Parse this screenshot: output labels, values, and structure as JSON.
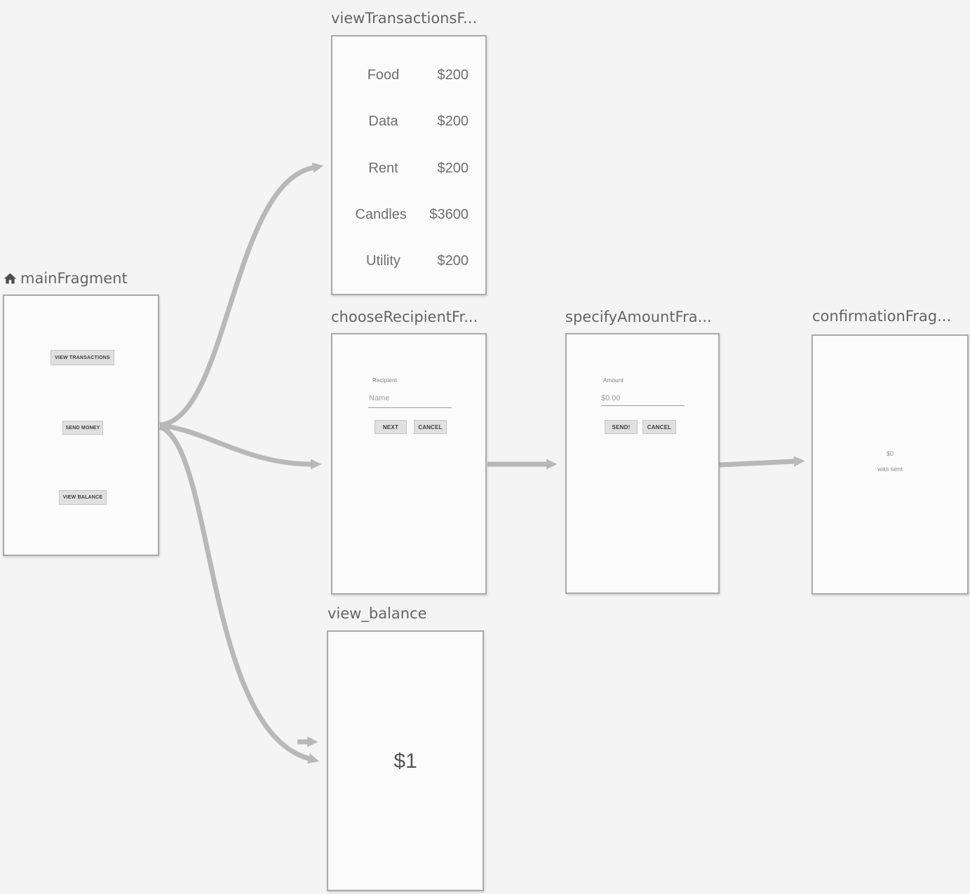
{
  "editor": {
    "type": "navigation-graph"
  },
  "colors": {
    "background": "#f4f4f4",
    "box_fill": "#fbfbfb",
    "box_border": "#a9a9a9",
    "arrow": "#b8b8b8",
    "title_text": "#646464"
  },
  "fragments": {
    "main": {
      "title": "mainFragment",
      "home_icon": "home-icon",
      "buttons": [
        "VIEW TRANSACTIONS",
        "SEND MONEY",
        "VIEW BALANCE"
      ]
    },
    "view_transactions": {
      "title": "viewTransactionsF...",
      "rows": [
        {
          "label": "Food",
          "amount": "$200"
        },
        {
          "label": "Data",
          "amount": "$200"
        },
        {
          "label": "Rent",
          "amount": "$200"
        },
        {
          "label": "Candles",
          "amount": "$3600"
        },
        {
          "label": "Utility",
          "amount": "$200"
        }
      ]
    },
    "choose_recipient": {
      "title": "chooseRecipientFr...",
      "field_label": "Recipient",
      "field_placeholder": "Name",
      "buttons": [
        "NEXT",
        "CANCEL"
      ]
    },
    "specify_amount": {
      "title": "specifyAmountFra...",
      "field_label": "Amount",
      "field_placeholder": "$0.00",
      "buttons": [
        "SEND!",
        "CANCEL"
      ]
    },
    "confirmation": {
      "title": "confirmationFrag...",
      "amount_text": "$0",
      "subtitle": "was sent"
    },
    "view_balance": {
      "title": "view_balance",
      "balance_text": "$1"
    }
  },
  "arrows": [
    {
      "name": "action-main-to-view-transactions",
      "from": "mainFragment",
      "to": "viewTransactionsF..."
    },
    {
      "name": "action-main-to-choose-recipient",
      "from": "mainFragment",
      "to": "chooseRecipientFr..."
    },
    {
      "name": "action-main-to-view-balance",
      "from": "mainFragment",
      "to": "view_balance"
    },
    {
      "name": "action-stub-to-view-balance",
      "from": "",
      "to": "view_balance"
    },
    {
      "name": "action-choose-recipient-to-specify-amount",
      "from": "chooseRecipientFr...",
      "to": "specifyAmountFra..."
    },
    {
      "name": "action-specify-amount-to-confirmation",
      "from": "specifyAmountFra...",
      "to": "confirmationFrag..."
    }
  ]
}
